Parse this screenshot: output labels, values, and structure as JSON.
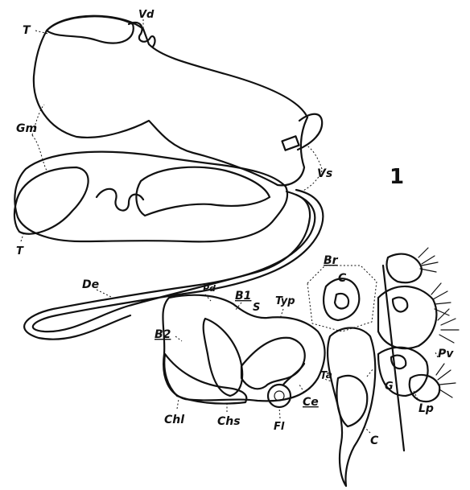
{
  "figure": {
    "number": "1",
    "labels": {
      "T_top": "T",
      "Vd": "Vd",
      "Gm": "Gm",
      "T_bottom": "T",
      "Vs": "Vs",
      "De": "De",
      "Pd": "Pd",
      "B1": "B1",
      "S": "S",
      "Typ": "Typ",
      "Br": "Br",
      "C_top": "C",
      "B2": "B2",
      "Ta": "Ta",
      "Pv": "Pv",
      "G": "G",
      "Lp": "Lp",
      "Chl": "Chl",
      "Chs": "Chs",
      "Ce": "Ce",
      "Fl": "Fl",
      "C_bottom": "C"
    }
  },
  "palette": {
    "ink": "#111111",
    "stipple": "#3a3a3a",
    "paper": "#ffffff"
  }
}
